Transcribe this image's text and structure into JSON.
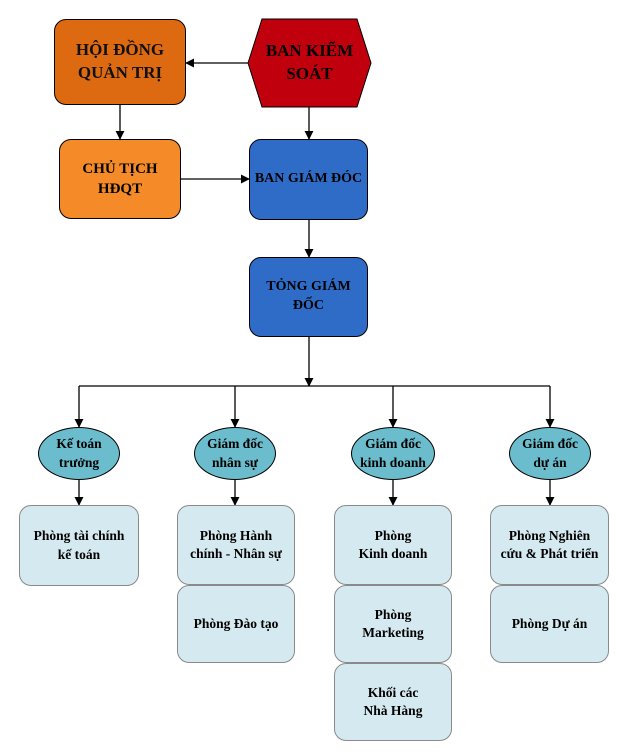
{
  "board": {
    "line1": "HỘI ĐỒNG",
    "line2": "QUẢN TRỊ"
  },
  "supervisory": {
    "line1": "BAN KIỂM",
    "line2": "SOÁT"
  },
  "chairman": {
    "line1": "CHỦ TỊCH",
    "line2": "HĐQT"
  },
  "directors": {
    "line1": "BAN GIÁM ĐÓC"
  },
  "ceo": {
    "line1": "TỎNG GIÁM",
    "line2": "ĐỐC"
  },
  "managers": [
    {
      "line1": "Kế toán",
      "line2": "trưởng"
    },
    {
      "line1": "Giám đốc",
      "line2": "nhân sự"
    },
    {
      "line1": "Giám đốc",
      "line2": "kinh doanh"
    },
    {
      "line1": "Giám đốc",
      "line2": "dự án"
    }
  ],
  "departments": {
    "accounting": {
      "line1": "Phòng tài chính",
      "line2": "kế toán"
    },
    "hr_admin": {
      "line1": "Phòng Hành",
      "line2": "chính - Nhân sự"
    },
    "training": {
      "line1": "Phòng Đào tạo"
    },
    "sales": {
      "line1": "Phòng",
      "line2": "Kinh doanh"
    },
    "marketing": {
      "line1": "Phòng",
      "line2": "Marketing"
    },
    "restaurants": {
      "line1": "Khối các",
      "line2": "Nhà Hàng"
    },
    "rnd": {
      "line1": "Phòng Nghiên",
      "line2": "cứu & Phát triển"
    },
    "projects": {
      "line1": "Phòng Dự án"
    }
  },
  "colors": {
    "board": "#dd6a10",
    "supervisory": "#c0000c",
    "chairman": "#f58a28",
    "directors": "#2f6cc8",
    "managers": "#6bbccc",
    "departments": "#d5eaf0"
  }
}
